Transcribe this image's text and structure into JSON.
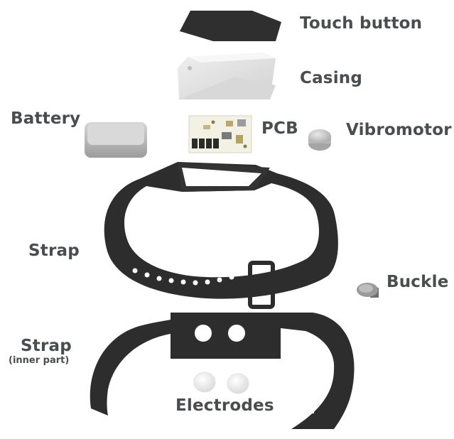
{
  "labels": {
    "touch_button": "Touch button",
    "casing": "Casing",
    "battery": "Battery",
    "pcb": "PCB",
    "vibromotor": "Vibromotor",
    "strap": "Strap",
    "buckle": "Buckle",
    "strap_inner": "Strap",
    "strap_inner_sub": "(inner part)",
    "electrodes": "Electrodes"
  },
  "colors": {
    "label": "#4a4d4f",
    "strap": "#2b2b2b",
    "casing": "#e6e6e6",
    "pcb_board": "#f4f2e8",
    "battery": "#bdbdbd"
  }
}
